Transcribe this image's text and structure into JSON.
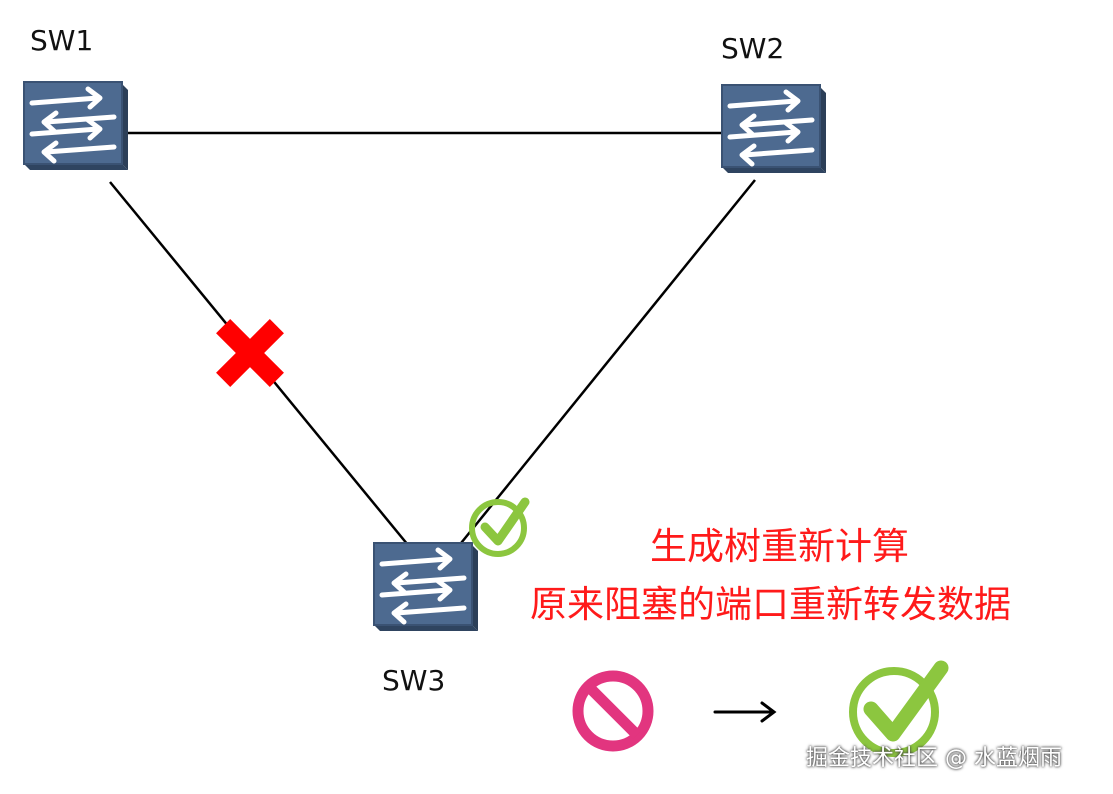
{
  "nodes": {
    "sw1": "SW1",
    "sw2": "SW2",
    "sw3": "SW3"
  },
  "note": {
    "line1": "生成树重新计算",
    "line2": "原来阻塞的端口重新转发数据"
  },
  "watermark": "掘金技术社区 @ 水蓝烟雨",
  "colors": {
    "switch_body": "#4d6a90",
    "switch_side": "#2c3f58",
    "link": "#000000",
    "blocked_mark": "#ff0000",
    "note_text": "#ff1a1a",
    "check": "#8cc63f",
    "stop": "#e2357f"
  },
  "icons": {
    "switch": "switch-icon",
    "blocked": "red-x-icon",
    "forwarding": "green-check-icon",
    "state_before": "no-entry-icon",
    "arrow": "right-arrow-icon",
    "state_after": "green-check-icon"
  }
}
